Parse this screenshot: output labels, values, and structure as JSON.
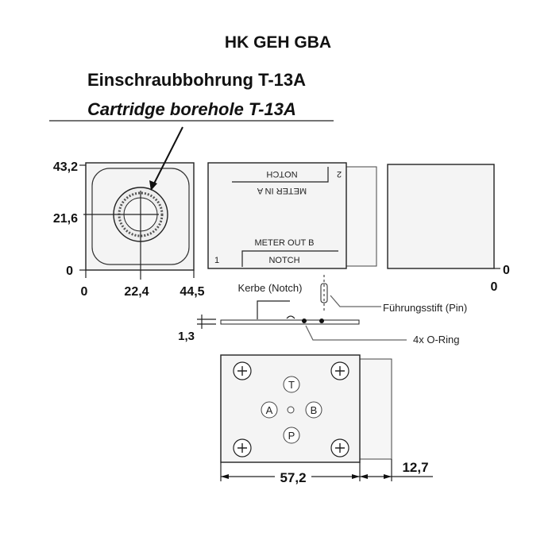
{
  "title": "HK GEH GBA",
  "heading_de": "Einschraubbohrung T-13A",
  "heading_en": "Cartridge borehole T-13A",
  "left_view": {
    "y_top": "43,2",
    "y_mid": "21,6",
    "y_zero": "0",
    "x_zero": "0",
    "x_mid": "22,4",
    "x_right": "44,5"
  },
  "front_view": {
    "notch_top": "NOTCH",
    "meter_in": "METER IN A",
    "port2": "2",
    "meter_out": "METER OUT B",
    "notch_bottom": "NOTCH",
    "port1": "1"
  },
  "side_view": {
    "zero_right": "0",
    "zero_bottom": "0"
  },
  "plate": {
    "notch_label": "Kerbe (Notch)",
    "pin_label": "Führungsstift (Pin)",
    "oring_label": "4x O-Ring",
    "thickness": "1,3"
  },
  "bottom_view": {
    "port_t": "T",
    "port_a": "A",
    "port_b": "B",
    "port_p": "P",
    "width": "57,2",
    "depth": "12,7"
  }
}
